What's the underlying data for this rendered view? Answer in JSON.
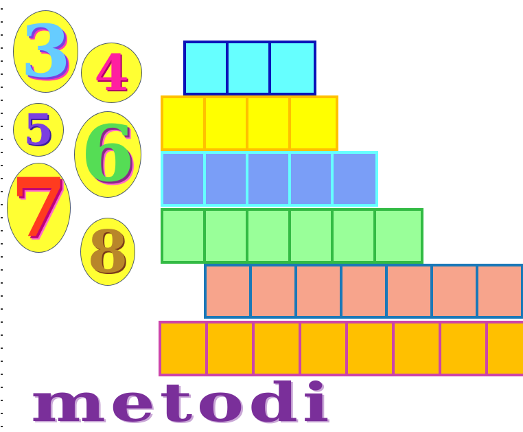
{
  "numbers": [
    "3",
    "4",
    "5",
    "6",
    "7",
    "8"
  ],
  "word": "metodi",
  "colors": {
    "bubble_fill": "#ffff33",
    "digit_3": "#66ccff",
    "digit_4": "#ff1fa0",
    "digit_5": "#7b3fe0",
    "digit_6": "#55dd55",
    "digit_7": "#ff3b1f",
    "digit_8": "#b8862a",
    "row_3_fill": "#66ffff",
    "row_3_border": "#0a14b8",
    "row_4_fill": "#ffff00",
    "row_4_border": "#ffc000",
    "row_5_fill": "#7a9ef7",
    "row_5_border": "#66ffff",
    "row_6_fill": "#99ff99",
    "row_6_border": "#33bb44",
    "row_7_fill": "#f7a48c",
    "row_7_border": "#1a78b8",
    "row_8_fill": "#ffc000",
    "row_8_border": "#cc44aa",
    "word": "#7a2f9a"
  },
  "rows": [
    {
      "label": "3",
      "cells": 3
    },
    {
      "label": "4",
      "cells": 4
    },
    {
      "label": "5",
      "cells": 5
    },
    {
      "label": "6",
      "cells": 6
    },
    {
      "label": "7",
      "cells": 7
    },
    {
      "label": "8",
      "cells": 8
    }
  ]
}
